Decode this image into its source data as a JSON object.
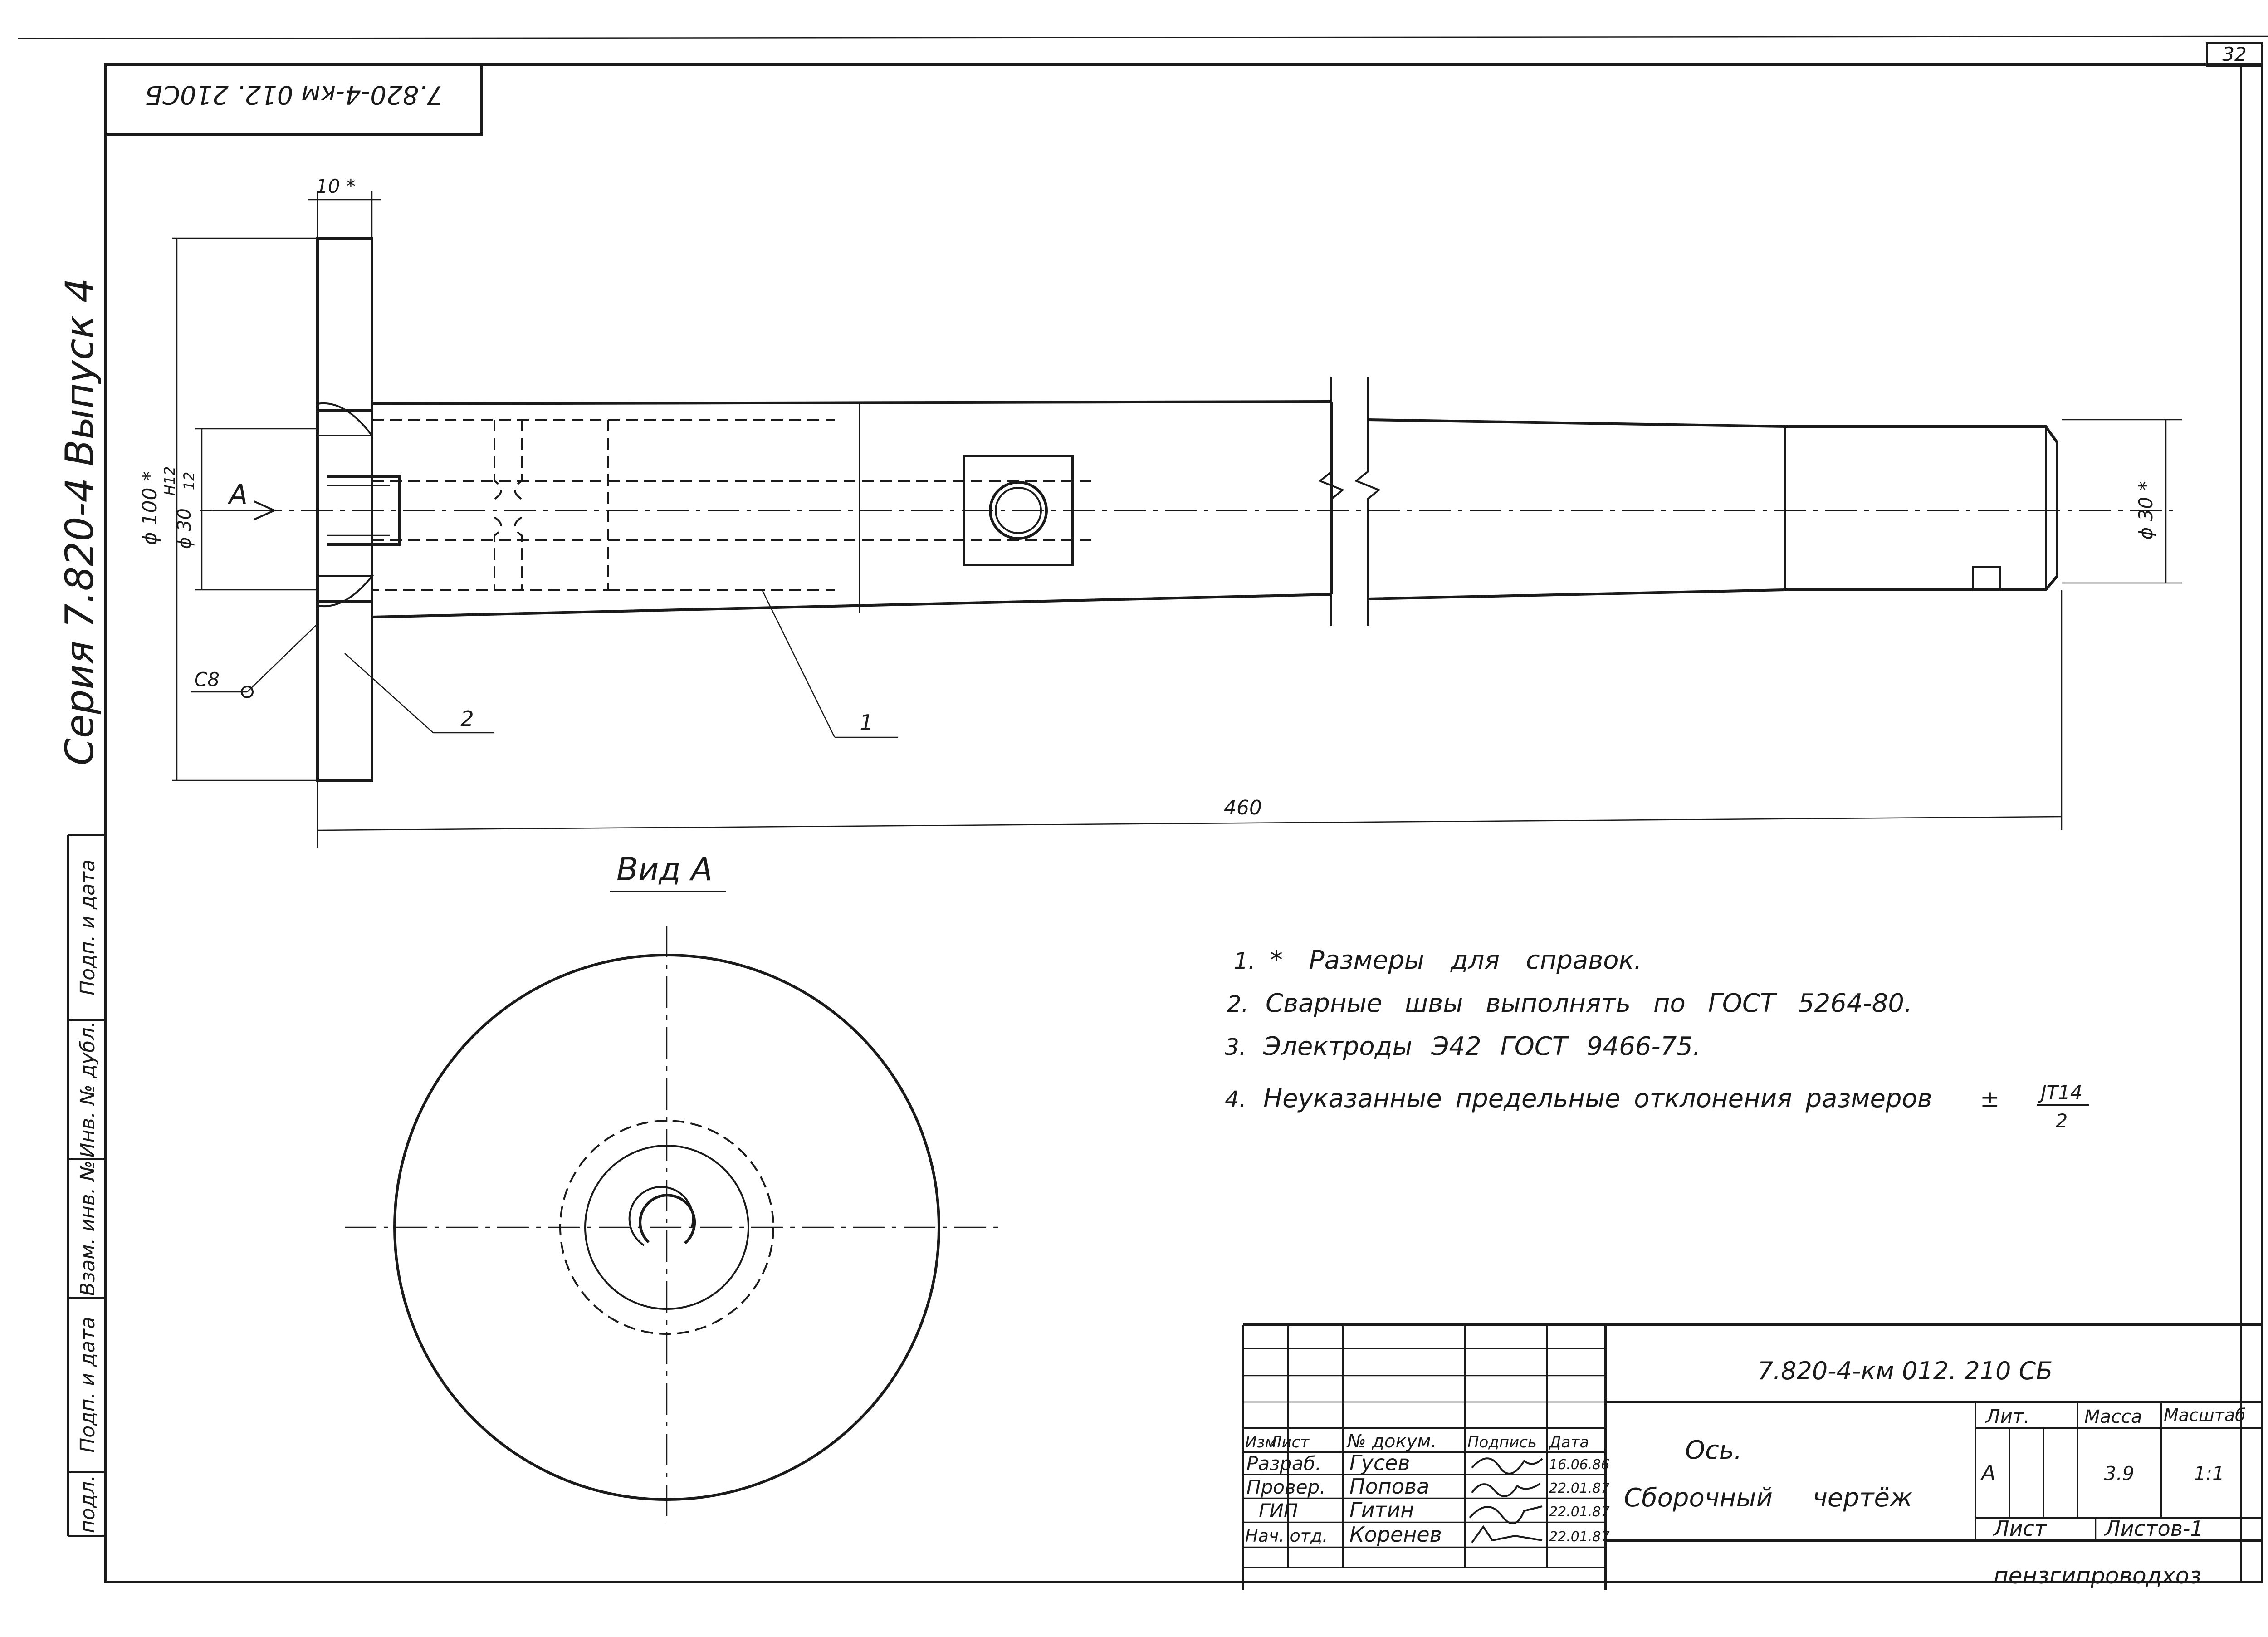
{
  "sheet": {
    "page_number": "32",
    "corner_code": "7.820-4-км 012. 210СБ"
  },
  "side_labels": {
    "series": "Серия 7.820-4",
    "issue": "Выпуск 4"
  },
  "margin_stamp": [
    "Подп. и дата",
    "Инв. № дубл.",
    "Взам. инв. №",
    "Подп. и дата",
    "подл."
  ],
  "views": {
    "view_a_title": "Вид А",
    "section_mark": "А"
  },
  "dimensions": {
    "flange_thickness": "10 *",
    "flange_diameter": "ϕ 100 *",
    "bore_diameter": "ϕ 30",
    "bore_fit_top": "Н12",
    "bore_fit_bottom": "12",
    "end_diameter": "ϕ 30 *",
    "overall_length": "460",
    "weld_symbol": "С8"
  },
  "callouts": [
    "1",
    "2"
  ],
  "notes": [
    {
      "num": "1.",
      "text": "* Размеры для справок."
    },
    {
      "num": "2.",
      "text": "Сварные швы выполнять по ГОСТ 5264-80."
    },
    {
      "num": "3.",
      "text": "Электроды Э42 ГОСТ 9466-75."
    },
    {
      "num": "4.",
      "text": "Неуказанные предельные отклонения размеров",
      "tol_sign": "±",
      "tol_num": "JT14",
      "tol_den": "2"
    }
  ],
  "title_block": {
    "designation": "7.820-4-км 012. 210 СБ",
    "name_line1": "Ось.",
    "name_line2": "Сборочный чертёж",
    "headers": {
      "change": "Изм.",
      "sheet": "Лист",
      "doc_no": "№ докум.",
      "signature": "Подпись",
      "date": "Дата"
    },
    "roles": [
      {
        "role": "Разраб.",
        "name": "Гусев",
        "date": "16.06.86"
      },
      {
        "role": "Провер.",
        "name": "Попова",
        "date": "22.01.87"
      },
      {
        "role": "ГИП",
        "name": "Гитин",
        "date": "22.01.87"
      },
      {
        "role": "Нач. отд.",
        "name": "Коренев",
        "date": "22.01.87"
      }
    ],
    "lit_label": "Лит.",
    "mass_label": "Масса",
    "scale_label": "Масштаб",
    "lit_value": "А",
    "mass_value": "3.9",
    "scale_value": "1:1",
    "sheet_label": "Лист",
    "sheets_label": "Листов-1",
    "organization": "пензгипроводхоз"
  }
}
